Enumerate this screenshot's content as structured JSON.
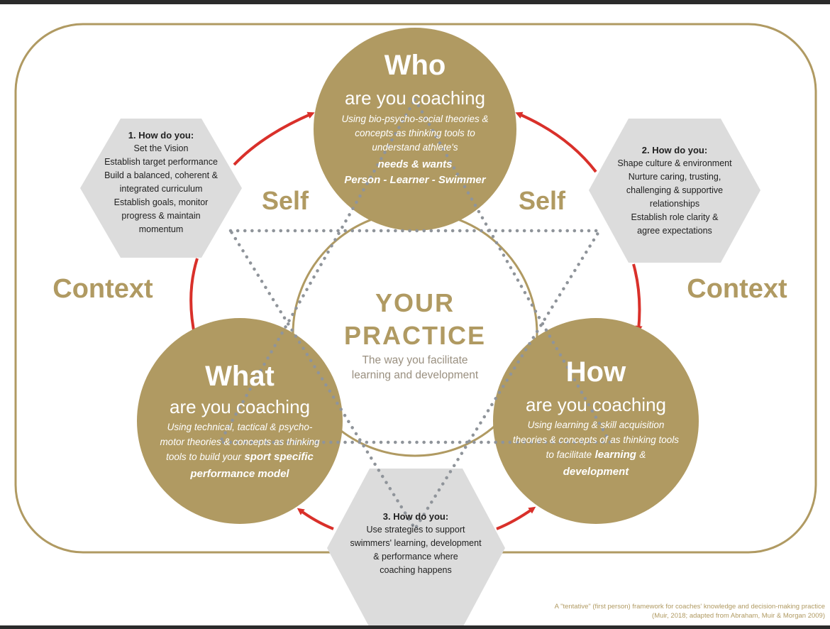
{
  "who": {
    "title": "Who",
    "subtitle": "are you coaching",
    "desc_1": "Using bio-psycho-social theories &",
    "desc_2": "concepts as thinking tools to",
    "desc_3": "understand athlete's",
    "needs_wants": "needs & wants",
    "person_line": "Person - Learner - Swimmer"
  },
  "what": {
    "title": "What",
    "subtitle": "are you coaching",
    "desc_1": "Using technical, tactical & psycho-",
    "desc_2": "motor theories & concepts as thinking",
    "desc_3": "tools to build your",
    "emph_1": "sport specific",
    "emph_2": "performance model"
  },
  "how": {
    "title": "How",
    "subtitle": "are you coaching",
    "desc_1": "Using learning & skill acquisition",
    "desc_2": "theories & concepts of as thinking tools",
    "desc_3": "to facilitate",
    "emph_1": "learning",
    "amp": "&",
    "emph_2": "development"
  },
  "center": {
    "title_1": "YOUR",
    "title_2": "PRACTICE",
    "desc_1": "The way you facilitate",
    "desc_2": "learning and development"
  },
  "hex1": {
    "heading": "1. How do you:",
    "lines": [
      "Set the Vision",
      "Establish target performance",
      "Build a balanced, coherent &",
      "integrated curriculum",
      "Establish goals, monitor",
      "progress & maintain",
      "momentum"
    ]
  },
  "hex2": {
    "heading": "2. How do you:",
    "lines": [
      "Shape culture & environment",
      "Nurture caring, trusting,",
      "challenging & supportive",
      "relationships",
      "Establish role clarity &",
      "agree expectations"
    ]
  },
  "hex3": {
    "heading": "3. How do you:",
    "lines": [
      "Use strategies to support",
      "swimmers' learning, development",
      "& performance where",
      "coaching happens"
    ]
  },
  "labels": {
    "self_left": "Self",
    "self_right": "Self",
    "context_left": "Context",
    "context_right": "Context"
  },
  "caption": {
    "line_1": "A \"tentative\" (first person) framework for coaches' knowledge and decision-making practice",
    "line_2": "(Muir, 2018; adapted from Abraham, Muir & Morgan 2009)"
  },
  "colors": {
    "gold": "#b09a62",
    "hex_grey": "#dcdcdc",
    "arrow_red": "#d9302a",
    "dots": "#8f949a"
  }
}
